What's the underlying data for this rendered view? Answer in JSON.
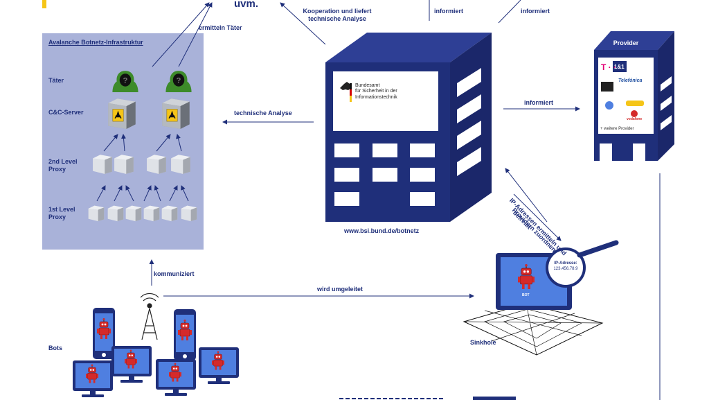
{
  "top": {
    "uvm": "uvm."
  },
  "infra": {
    "title": "Avalanche Botnetz-Infrastruktur",
    "taeter": "Täter",
    "cc_server": "C&C-Server",
    "level2_line1": "2nd Level",
    "level2_line2": "Proxy",
    "level1_line1": "1st Level",
    "level1_line2": "Proxy"
  },
  "arrows": {
    "ermitteln": "ermitteln Täter",
    "kooperation_line1": "Kooperation und liefert",
    "kooperation_line2": "technische Analyse",
    "informiert_1": "informiert",
    "informiert_2": "informiert",
    "informiert_3": "informiert",
    "technische_analyse": "technische Analyse",
    "ip_line1": "IP-Adressen ermitteln und",
    "ip_line2": "Providern zuordnen",
    "betreibt": "betreibt",
    "kommuniziert": "kommuniziert",
    "umgeleitet": "wird umgeleitet"
  },
  "bsi": {
    "name": "Bundesamt\nfür Sicherheit in der\nInformationstechnik",
    "url": "www.bsi.bund.de/botnetz"
  },
  "provider": {
    "title": "Provider",
    "logos": [
      "T · ·",
      "1&1",
      "Telefónica",
      "vodafone"
    ],
    "more": "+ weitere Provider"
  },
  "sinkhole": {
    "label": "Sinkhole",
    "ip_title": "IP-Adresse:",
    "ip_value": "123.456.78.9",
    "bot_tag": "BOT"
  },
  "bots": {
    "label": "Bots"
  },
  "colors": {
    "navy": "#1f2f7a",
    "panel": "#a9b2d9",
    "yellow": "#f5c518",
    "bot_red": "#d42a2a",
    "screen": "#4f7fe0"
  }
}
